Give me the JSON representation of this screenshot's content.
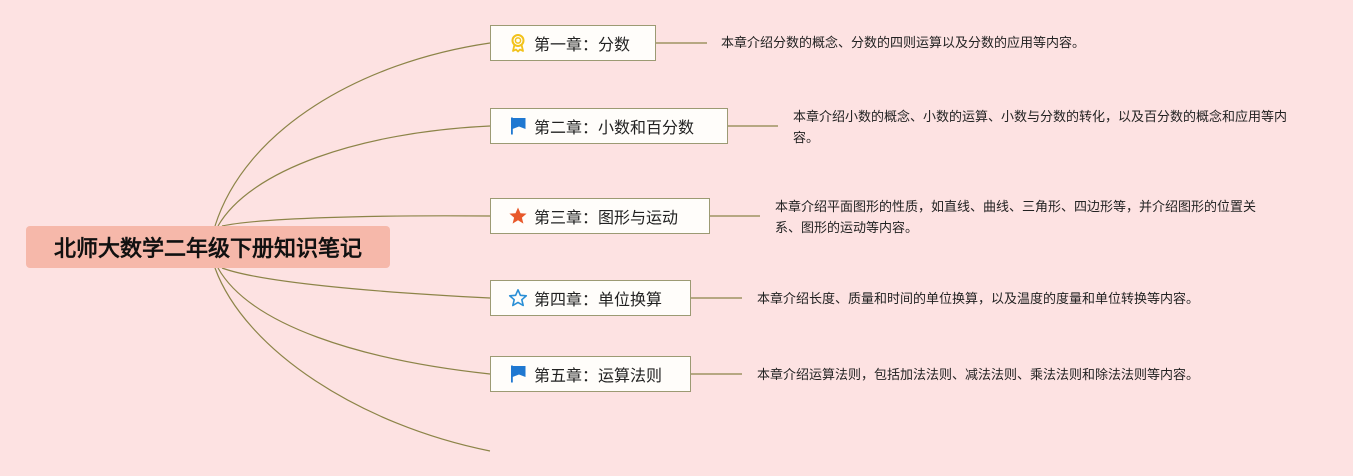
{
  "root": {
    "title": "北师大数学二年级下册知识笔记"
  },
  "chapters": [
    {
      "label": "第一章：分数",
      "icon": "award-ribbon-icon",
      "icon_color": "#f2c21b",
      "desc": "本章介绍分数的概念、分数的四则运算以及分数的应用等内容。"
    },
    {
      "label": "第二章：小数和百分数",
      "icon": "flag-icon",
      "icon_color": "#1f78d1",
      "desc": "本章介绍小数的概念、小数的运算、小数与分数的转化，以及百分数的概念和应用等内容。"
    },
    {
      "label": "第三章：图形与运动",
      "icon": "star-filled-icon",
      "icon_color": "#e8582a",
      "desc": "本章介绍平面图形的性质，如直线、曲线、三角形、四边形等，并介绍图形的位置关系、图形的运动等内容。"
    },
    {
      "label": "第四章：单位换算",
      "icon": "star-outline-icon",
      "icon_color": "#2a8fd6",
      "desc": "本章介绍长度、质量和时间的单位换算，以及温度的度量和单位转换等内容。"
    },
    {
      "label": "第五章：运算法则",
      "icon": "flag-icon",
      "icon_color": "#1f78d1",
      "desc": "本章介绍运算法则，包括加法法则、减法法则、乘法法则和除法法则等内容。"
    }
  ],
  "colors": {
    "line": "#8c8448",
    "background": "#fde2e2",
    "root_fill": "#f6b8aa"
  }
}
